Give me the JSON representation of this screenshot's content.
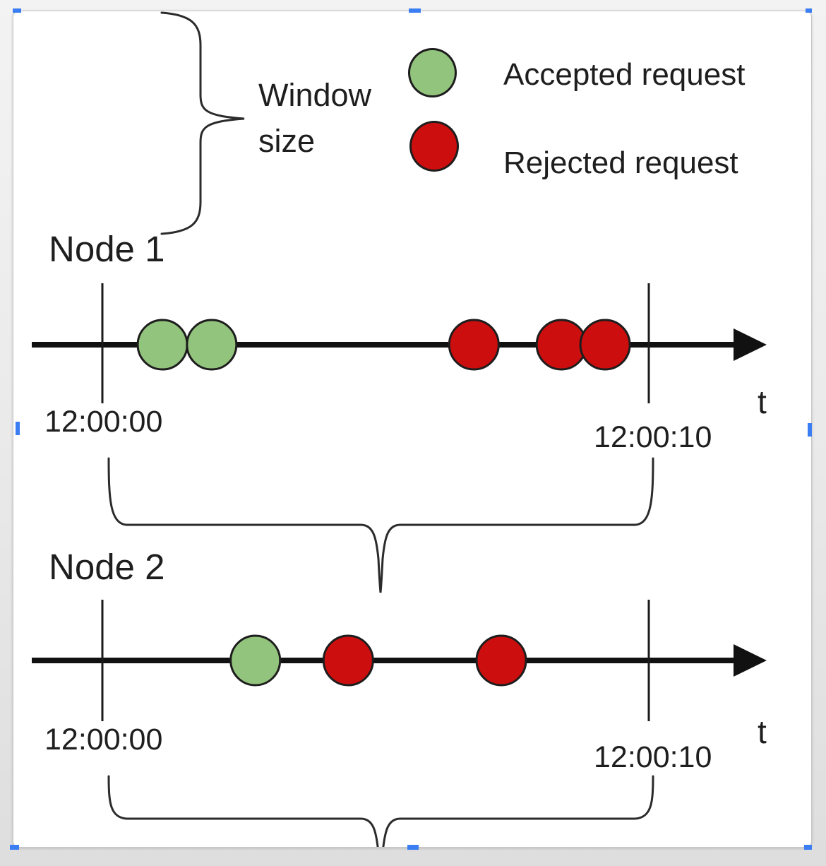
{
  "colors": {
    "accepted": "#93c47d",
    "rejected": "#cc0e0e",
    "line": "#111111",
    "brace": "#2b2b2b",
    "handle": "#3b7df2"
  },
  "window_brace_label": "Window\nsize",
  "axis_label": "t",
  "legend": {
    "items": [
      {
        "type": "accepted",
        "label": "Accepted request"
      },
      {
        "type": "rejected",
        "label": "Rejected request"
      }
    ]
  },
  "nodes": [
    {
      "title": "Node 1",
      "window_start": "12:00:00",
      "window_end": "12:00:10",
      "events": [
        {
          "type": "accepted",
          "window_fraction": 0.11
        },
        {
          "type": "accepted",
          "window_fraction": 0.2
        },
        {
          "type": "rejected",
          "window_fraction": 0.68
        },
        {
          "type": "rejected",
          "window_fraction": 0.84
        },
        {
          "type": "rejected",
          "window_fraction": 0.92
        }
      ]
    },
    {
      "title": "Node 2",
      "window_start": "12:00:00",
      "window_end": "12:00:10",
      "events": [
        {
          "type": "accepted",
          "window_fraction": 0.28
        },
        {
          "type": "rejected",
          "window_fraction": 0.45
        },
        {
          "type": "rejected",
          "window_fraction": 0.73
        }
      ]
    }
  ]
}
